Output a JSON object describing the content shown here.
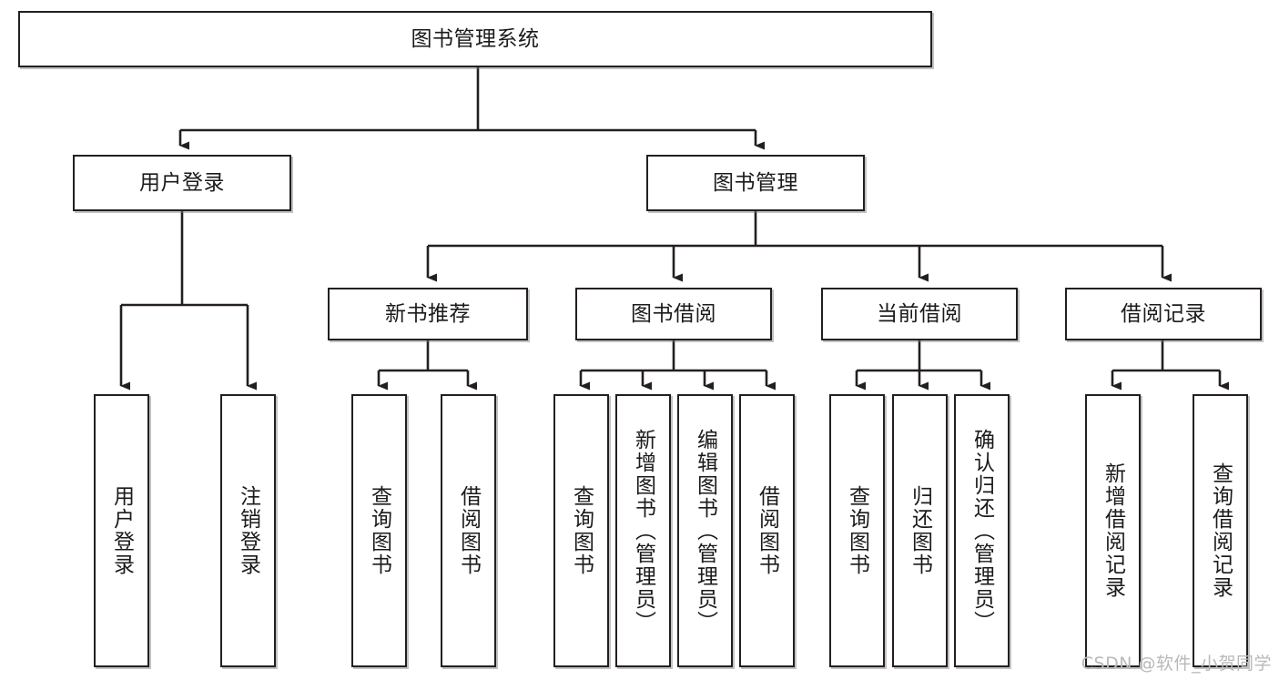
{
  "diagram": {
    "title_node": {
      "label": "图书管理系统"
    },
    "level2": [
      {
        "label": "用户登录"
      },
      {
        "label": "图书管理"
      }
    ],
    "level3": [
      {
        "label": "新书推荐"
      },
      {
        "label": "图书借阅"
      },
      {
        "label": "当前借阅"
      },
      {
        "label": "借阅记录"
      }
    ],
    "leaves": {
      "user_login": [
        {
          "label": "用户登录"
        },
        {
          "label": "注销登录"
        }
      ],
      "new_book_recommend": [
        {
          "label": "查询图书"
        },
        {
          "label": "借阅图书"
        }
      ],
      "book_borrow": [
        {
          "label": "查询图书"
        },
        {
          "label": "新增图书（管理员）"
        },
        {
          "label": "编辑图书（管理员）"
        },
        {
          "label": "借阅图书"
        }
      ],
      "current_borrow": [
        {
          "label": "查询图书"
        },
        {
          "label": "归还图书"
        },
        {
          "label": "确认归还（管理员）"
        }
      ],
      "borrow_record": [
        {
          "label": "新增借阅记录"
        },
        {
          "label": "查询借阅记录"
        }
      ]
    }
  },
  "watermark": {
    "text": "CSDN @软件_小贺同学"
  },
  "colors": {
    "stroke": "#231f20",
    "box_fill": "#ffffff",
    "shadow": "#9a9a9a",
    "watermark": "#b9b9b9"
  }
}
